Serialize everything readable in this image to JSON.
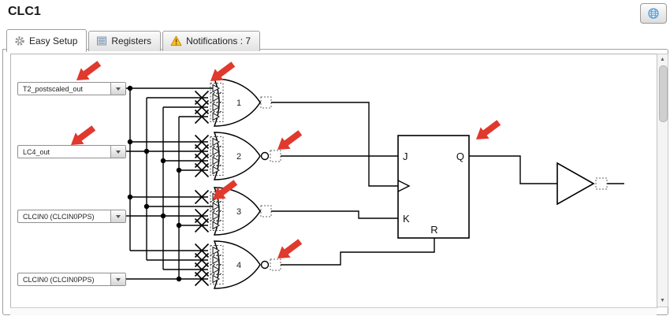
{
  "title": "CLC1",
  "header": {
    "globe_button": "globe-icon"
  },
  "tabs": [
    {
      "label": "Easy Setup",
      "icon": "gear",
      "active": true
    },
    {
      "label": "Registers",
      "icon": "registers-list",
      "active": false
    },
    {
      "label": "Notifications : 7",
      "icon": "warning-triangle",
      "active": false
    }
  ],
  "diagram": {
    "input_selects": [
      {
        "value": "T2_postscaled_out"
      },
      {
        "value": "LC4_out"
      },
      {
        "value": "CLCIN0 (CLCIN0PPS)"
      },
      {
        "value": "CLCIN0 (CLCIN0PPS)"
      }
    ],
    "gates": [
      {
        "label": "1",
        "type": "OR",
        "inverted_output": false,
        "connected_inputs": [
          1
        ],
        "disconnected_inputs": [
          2,
          3,
          4
        ]
      },
      {
        "label": "2",
        "type": "NOR",
        "inverted_output": true,
        "connected_inputs": [],
        "disconnected_inputs": [
          1,
          2,
          3,
          4
        ]
      },
      {
        "label": "3",
        "type": "OR",
        "inverted_output": false,
        "connected_inputs": [
          2
        ],
        "disconnected_inputs": [
          1,
          3,
          4
        ]
      },
      {
        "label": "4",
        "type": "NOR",
        "inverted_output": true,
        "connected_inputs": [],
        "disconnected_inputs": [
          1,
          2,
          3,
          4
        ]
      }
    ],
    "flipflop": {
      "type": "JK flip-flop with R",
      "pin_j": "J",
      "pin_k": "K",
      "pin_q": "Q",
      "pin_r": "R"
    },
    "output_stage": "buffer",
    "annotations": {
      "arrow_color": "#e0392d",
      "arrows_pointing_at": [
        "input-select-1",
        "input-select-2",
        "gate-1-inputs",
        "gate-2-output-bubble",
        "gate-3-inputs",
        "gate-4-output-bubble",
        "flipflop-q-output"
      ]
    }
  },
  "colors": {
    "wire": "#000000",
    "warning_yellow": "#fbc02d",
    "globe_blue": "#5b9bd1",
    "panel_border": "#a0a0a0"
  }
}
